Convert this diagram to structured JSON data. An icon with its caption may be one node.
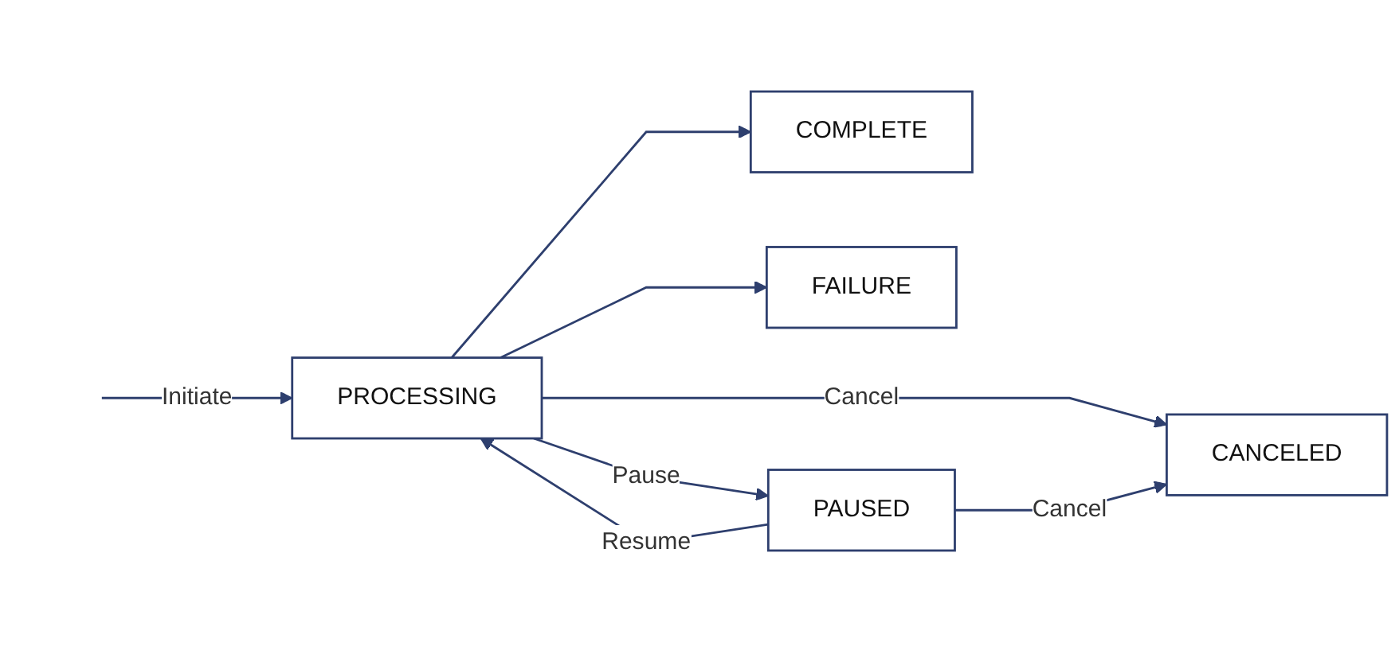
{
  "diagram": {
    "nodes": [
      {
        "text": [
          "PROCESSING"
        ]
      },
      {
        "text": [
          "COMPLETE"
        ]
      },
      {
        "text": [
          "FAILURE"
        ]
      },
      {
        "text": [
          "PAUSED"
        ]
      },
      {
        "text": [
          "CANCELED"
        ]
      }
    ],
    "edges": [
      {
        "from": null,
        "to": 0,
        "arrow": "to",
        "label": "Initiate"
      },
      {
        "from": 0,
        "to": 1,
        "arrow": "to"
      },
      {
        "from": 0,
        "to": 2,
        "arrow": "to"
      },
      {
        "from": 0,
        "to": 3,
        "arrow": "to",
        "label": "Pause"
      },
      {
        "from": 3,
        "to": 0,
        "arrow": "to",
        "label": "Resume"
      },
      {
        "from": 0,
        "to": 4,
        "arrow": "to",
        "label": "Cancel"
      },
      {
        "from": 3,
        "to": 4,
        "arrow": "to",
        "label": "Cancel"
      }
    ]
  }
}
